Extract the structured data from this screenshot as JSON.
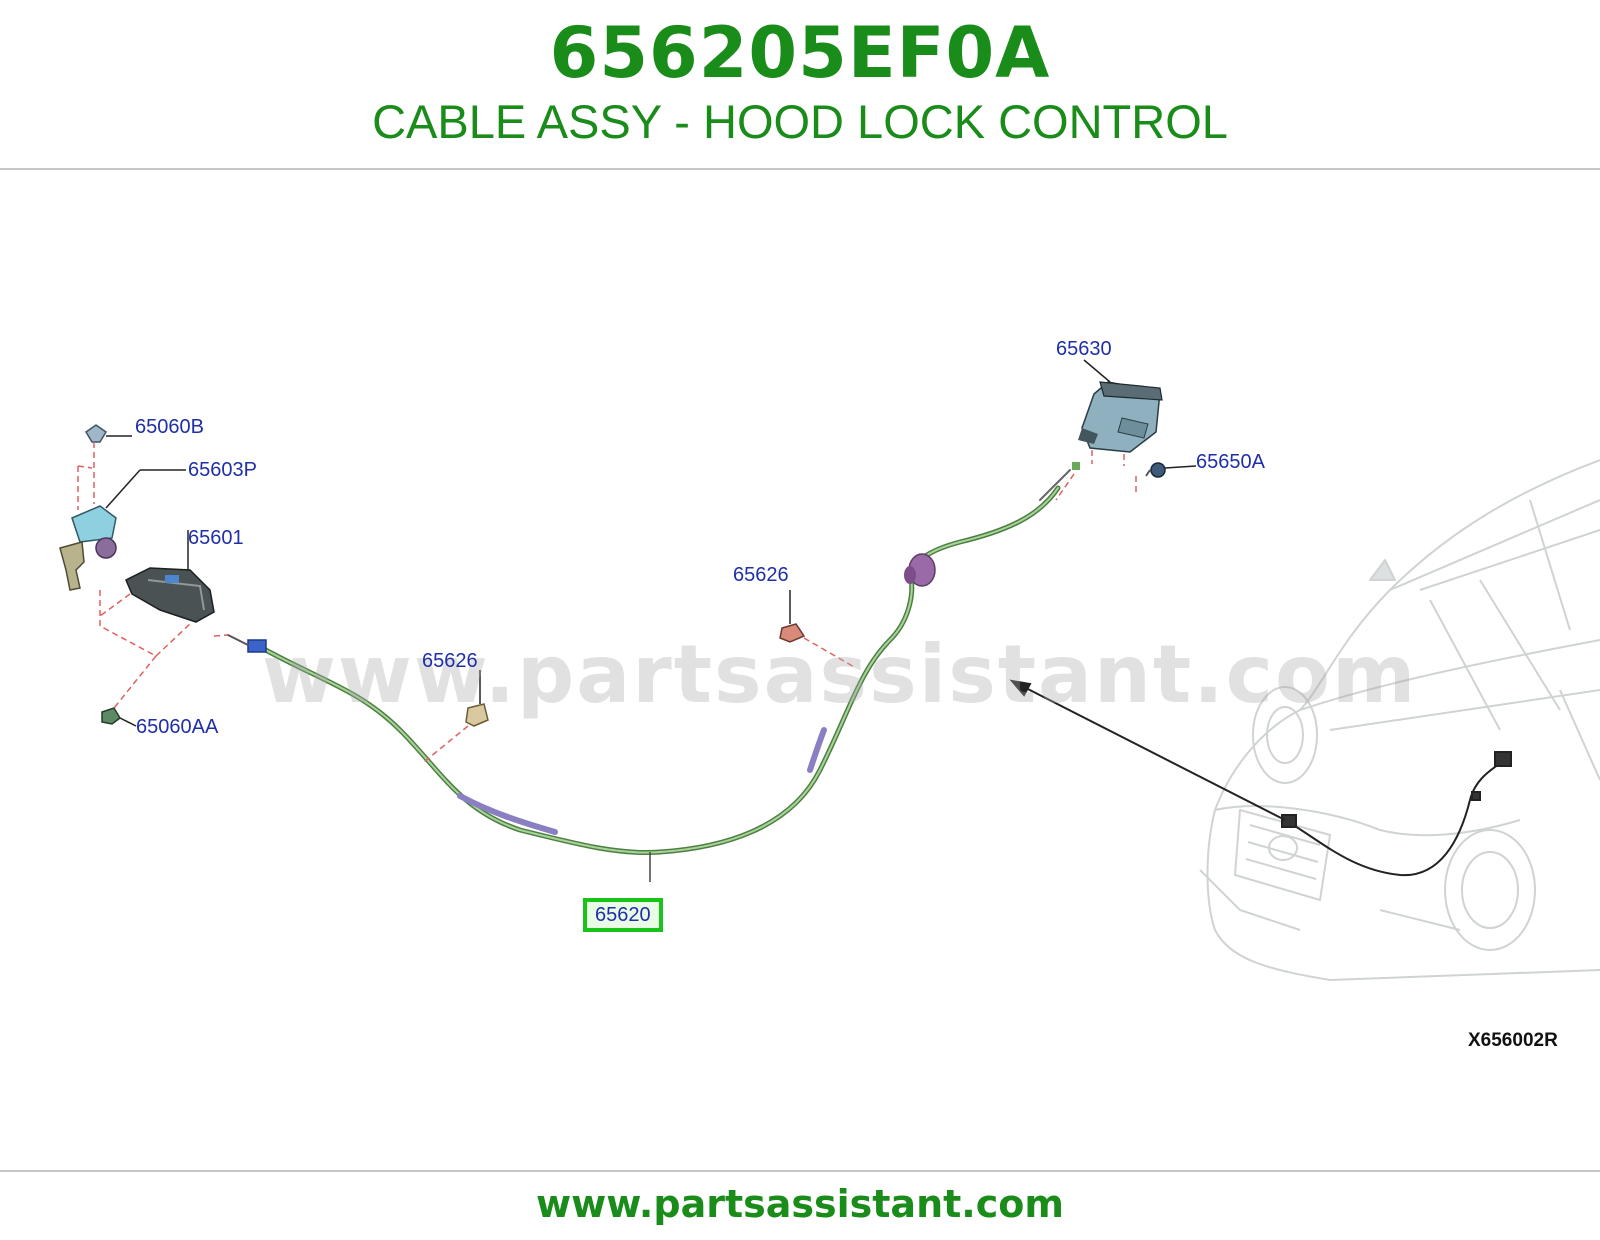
{
  "header": {
    "part_number": "656205EF0A",
    "description": "CABLE ASSY - HOOD LOCK CONTROL"
  },
  "diagram": {
    "callouts": {
      "c_65060B": "65060B",
      "c_65603P": "65603P",
      "c_65601": "65601",
      "c_65060AA": "65060AA",
      "c_65626_left": "65626",
      "c_65626_right": "65626",
      "c_65620": "65620",
      "c_65630": "65630",
      "c_65650A": "65650A"
    },
    "highlighted_part": "65620",
    "figure_code": "X656002R",
    "watermark": "www.partsassistant.com"
  },
  "footer": {
    "url": "www.partsassistant.com"
  },
  "colors": {
    "brand_green": "#1a8c1a",
    "callout_blue": "#1f2fa8",
    "highlight_green": "#18c418",
    "cable_green": "#5a8f4a",
    "leader_red": "#e06060"
  }
}
